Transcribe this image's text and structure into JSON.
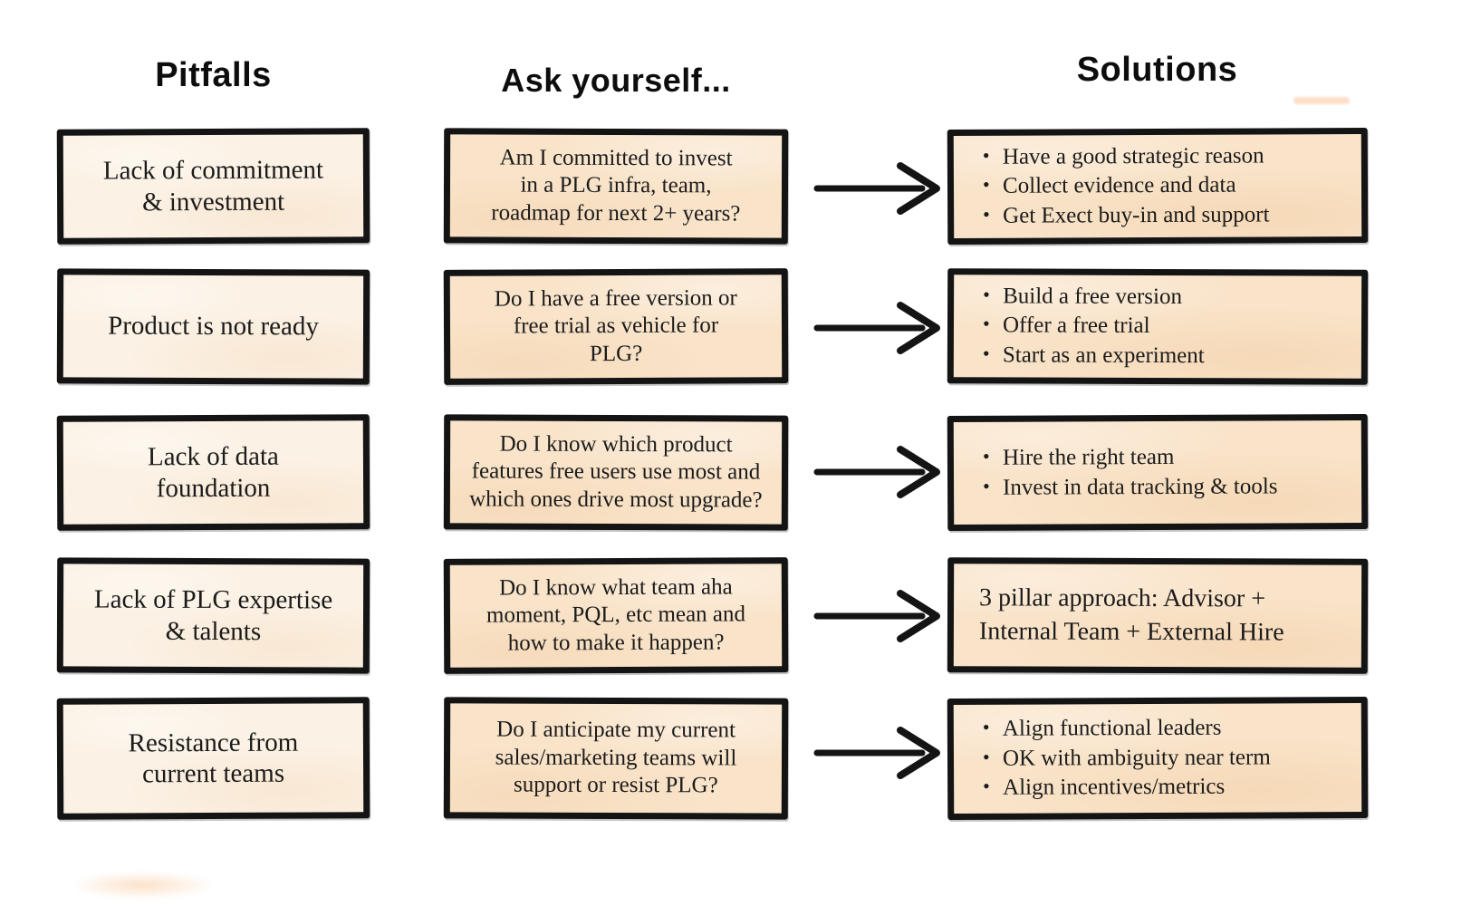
{
  "title": "PLG pitfalls, questions and solutions diagram",
  "colors": {
    "border": "#141414",
    "text": "#1b1b1b",
    "pitfall_fill": "#fbf1e4",
    "panel_fill": "#f9e4ca",
    "bg": "#ffffff"
  },
  "headers": {
    "pitfalls": "Pitfalls",
    "ask_yourself": "Ask yourself...",
    "solutions": "Solutions"
  },
  "rows": [
    {
      "pitfall_lines": [
        "Lack of commitment",
        "& investment"
      ],
      "question_lines": [
        "Am I committed to invest",
        "in a PLG infra, team,",
        "roadmap for next 2+ years?"
      ],
      "solutions": [
        "Have a good strategic reason",
        "Collect evidence and data",
        "Get Exect buy-in and support"
      ]
    },
    {
      "pitfall_lines": [
        "Product is not ready"
      ],
      "question_lines": [
        "Do I have a free version or",
        "free trial as vehicle for",
        "PLG?"
      ],
      "solutions": [
        "Build a free version",
        "Offer a free trial",
        "Start as an experiment"
      ]
    },
    {
      "pitfall_lines": [
        "Lack of data",
        "foundation"
      ],
      "question_lines": [
        "Do I know which product",
        "features free users use most and",
        "which ones drive most upgrade?"
      ],
      "solutions": [
        "Hire the right team",
        "Invest in data tracking & tools"
      ]
    },
    {
      "pitfall_lines": [
        "Lack of PLG expertise",
        "& talents"
      ],
      "question_lines": [
        "Do I know what team aha",
        "moment, PQL, etc mean and",
        "how to make it happen?"
      ],
      "solution_plain_lines": [
        "3 pillar approach: Advisor +",
        "Internal Team + External Hire"
      ]
    },
    {
      "pitfall_lines": [
        "Resistance from",
        "current teams"
      ],
      "question_lines": [
        "Do I anticipate my current",
        "sales/marketing teams will",
        "support or resist PLG?"
      ],
      "solutions": [
        "Align functional leaders",
        "OK with ambiguity near term",
        "Align incentives/metrics"
      ]
    }
  ]
}
